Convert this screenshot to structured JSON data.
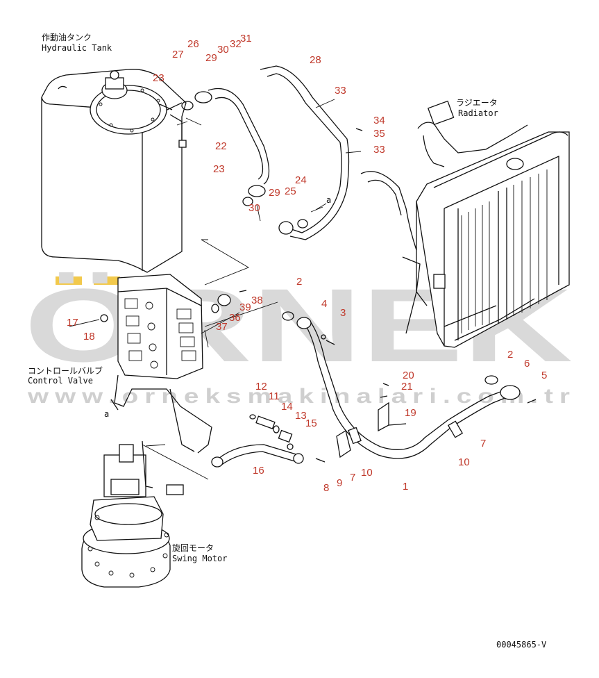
{
  "watermark": {
    "brand": "ÖRNEK",
    "url": "www.orneksmakinalari.com.tr",
    "accent": "#f2c94c"
  },
  "components": {
    "hydraulic_tank": {
      "ja": "作動油タンク",
      "en": "Hydraulic Tank"
    },
    "radiator": {
      "ja": "ラジエータ",
      "en": "Radiator"
    },
    "control_valve": {
      "ja": "コントロールバルブ",
      "en": "Control Valve"
    },
    "swing_motor": {
      "ja": "旋回モータ",
      "en": "Swing Motor"
    }
  },
  "ref_marker": "a",
  "drawing_code": "00045865-V",
  "callout_color": "#c0392b",
  "callouts": [
    "1",
    "2",
    "2",
    "3",
    "4",
    "5",
    "6",
    "7",
    "7",
    "8",
    "9",
    "10",
    "10",
    "11",
    "12",
    "13",
    "14",
    "15",
    "16",
    "17",
    "18",
    "19",
    "20",
    "21",
    "22",
    "23",
    "23",
    "24",
    "25",
    "26",
    "27",
    "28",
    "29",
    "29",
    "30",
    "30",
    "31",
    "32",
    "33",
    "33",
    "34",
    "35",
    "36",
    "37",
    "38",
    "39"
  ]
}
